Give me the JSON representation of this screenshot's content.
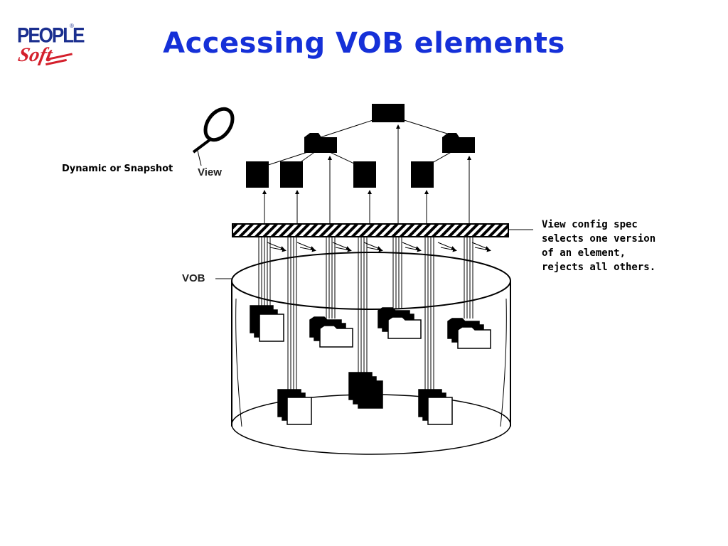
{
  "logo": {
    "line1": "PEOPLE",
    "line2": "Soft",
    "mark": "®"
  },
  "title": "Accessing VOB elements",
  "labels": {
    "dynamic_or_snapshot": "Dynamic or Snapshot",
    "view": "View",
    "vob": "VOB",
    "config_spec": "View config spec\nselects one version\nof an element,\nrejects all others."
  },
  "icons": {
    "magnifier": "magnifier-icon",
    "folder": "folder-icon",
    "file_stack": "file-stack-icon"
  },
  "colors": {
    "title": "#1530d8",
    "logo_blue": "#1b2f8f",
    "logo_red": "#d4202c"
  }
}
